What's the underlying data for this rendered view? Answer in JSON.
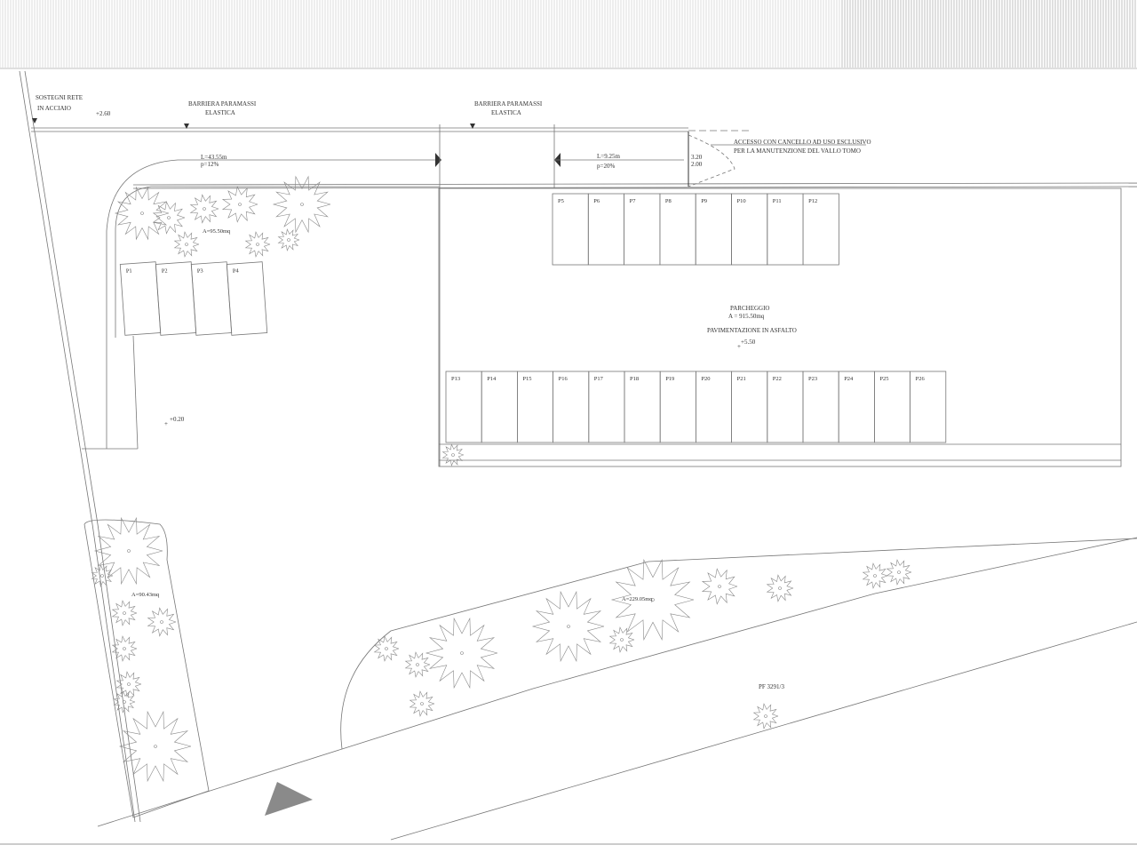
{
  "labels": {
    "sostegni_1": "SOSTEGNI RETE",
    "sostegni_2": "IN ACCIAIO",
    "elev_top": "+2.60",
    "barriera_1a": "BARRIERA PARAMASSI",
    "barriera_1b": "ELASTICA",
    "barriera_2a": "BARRIERA PARAMASSI",
    "barriera_2b": "ELASTICA",
    "ramp1_len": "L=43.55m",
    "ramp1_slope": "p=12%",
    "ramp2_len": "L=9.25m",
    "ramp2_slope": "p=20%",
    "gate_dim1": "3.20",
    "gate_dim2": "2.00",
    "access_1": "ACCESSO  CON CANCELLO  AD USO ESCLUSIVO",
    "access_2": "PER LA MANUTENZIONE DEL VALLO TOMO",
    "area_green1": "A=95.50mq",
    "parking_title": "PARCHEGGIO",
    "parking_area": "A = 915.50mq",
    "parking_paving": "PAVIMENTAZIONE IN ASFALTO",
    "elev_parking": "+5.50",
    "elev_left": "+0.20",
    "area_green2": "A=90.43mq",
    "area_green3": "A=229.05mq",
    "parcel": "PF 3291/3"
  },
  "spots_left": [
    "P1",
    "P2",
    "P3",
    "P4"
  ],
  "spots_top": [
    "P5",
    "P6",
    "P7",
    "P8",
    "P9",
    "P10",
    "P11",
    "P12"
  ],
  "spots_bottom": [
    "P13",
    "P14",
    "P15",
    "P16",
    "P17",
    "P18",
    "P19",
    "P20",
    "P21",
    "P22",
    "P23",
    "P24",
    "P25",
    "P26"
  ],
  "colors": {
    "line": "#777777",
    "hatch": "#bbbbbb",
    "arrow": "#888888"
  }
}
